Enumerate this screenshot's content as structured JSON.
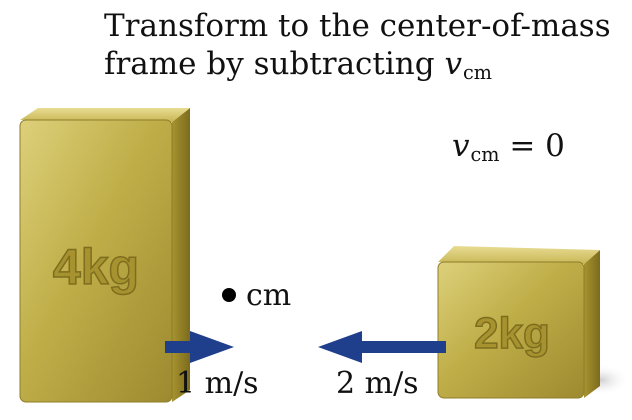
{
  "title": {
    "line1": "Transform to the center-of-mass",
    "line2_text": "frame by subtracting ",
    "line2_var": "v",
    "line2_sub": "cm"
  },
  "vcm_equation": {
    "var": "v",
    "sub": "cm",
    "rest": " = 0"
  },
  "blocks": {
    "left_mass": "4kg",
    "right_mass": "2kg"
  },
  "cm_marker": {
    "label": "cm"
  },
  "velocities": {
    "left": "1 m/s",
    "right": "2 m/s"
  },
  "colors": {
    "gold_light": "#d9cc72",
    "gold_mid": "#b9a63f",
    "gold_dark": "#8a7826",
    "arrow_blue": "#1f3f8c"
  }
}
